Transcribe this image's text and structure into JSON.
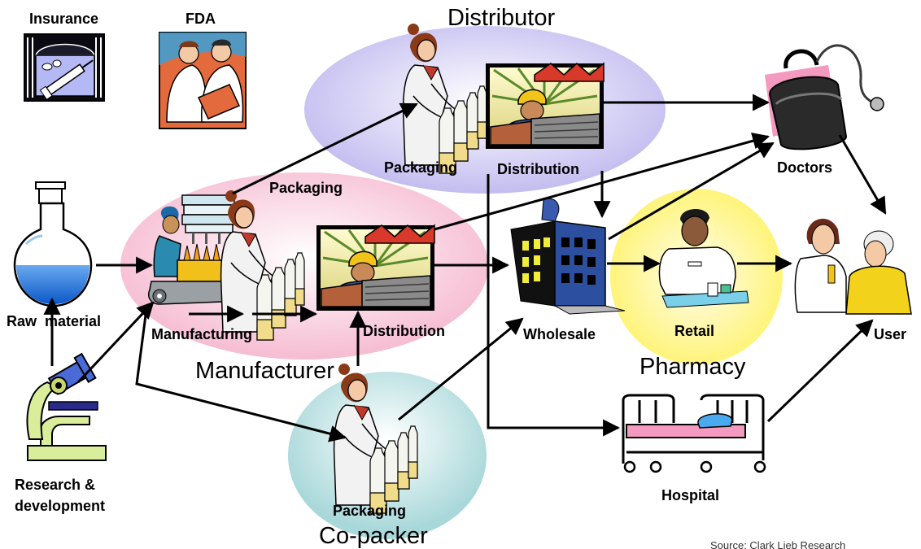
{
  "regions": {
    "distributor": "Distributor",
    "manufacturer": "Manufacturer",
    "co_packer": "Co-packer",
    "pharmacy": "Pharmacy"
  },
  "nodes": {
    "insurance": "Insurance",
    "fda": "FDA",
    "raw_material": "Raw  material",
    "research": "Research &",
    "development": "development",
    "manufacturing": "Manufacturing",
    "packaging_manufacturer": "Packaging",
    "distribution_manufacturer": "Distribution",
    "packaging_distributor": "Packaging",
    "distribution_distributor": "Distribution",
    "packaging_copacker": "Packaging",
    "wholesale": "Wholesale",
    "retail": "Retail",
    "hospital": "Hospital",
    "doctors": "Doctors",
    "user": "User"
  },
  "source": "Source: Clark Lieb Research",
  "colors": {
    "distributor_region": "#c9c3f0",
    "manufacturer_region": "#f7c4d6",
    "copacker_region": "#b7dfe0",
    "pharmacy_region": "#fff07a",
    "arrow": "#000000"
  }
}
